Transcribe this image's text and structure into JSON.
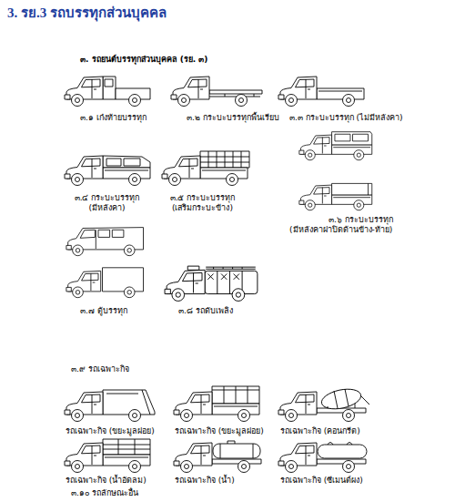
{
  "diagram": {
    "title": "3. รย.3 รถบรรทุกส่วนบุคคล",
    "labels": [
      "๓. รถยนต์บรรทุกส่วนบุคคล (รย. ๓)",
      "๓.๑ เก๋งท้ายบรรทุก",
      "๓.๒ กระบะบรรทุกพื้นเรียบ",
      "๓.๓ กระบะบรรทุก (ไม่มีหลังคา)",
      "๓.๔ กระบะบรรทุก (มีหลังคา)",
      "๓.๕ กระบะบรรทุก (เสริมกระบะข้าง)",
      "๓.๖ กระบะบรรทุก (มีหลังคาฝาปิดด้านข้าง-ท้าย)",
      "๓.๗ ตู้บรรทุก",
      "๓.๘ รถดับเพลิง",
      "๓.๙ รถเฉพาะกิจ",
      "รถเฉพาะกิจ (ขยะมูลฝอย)",
      "รถเฉพาะกิจ (ขยะมูลฝอย)",
      "รถเฉพาะกิจ (คอนกรีต)",
      "รถเฉพาะกิจ (น้ำอัดลม)",
      "รถเฉพาะกิจ (น้ำ)",
      "รถเฉพาะกิจ (ซีเมนต์ผง)",
      "๓.๑๐ รถลักษณะอื่น"
    ]
  }
}
